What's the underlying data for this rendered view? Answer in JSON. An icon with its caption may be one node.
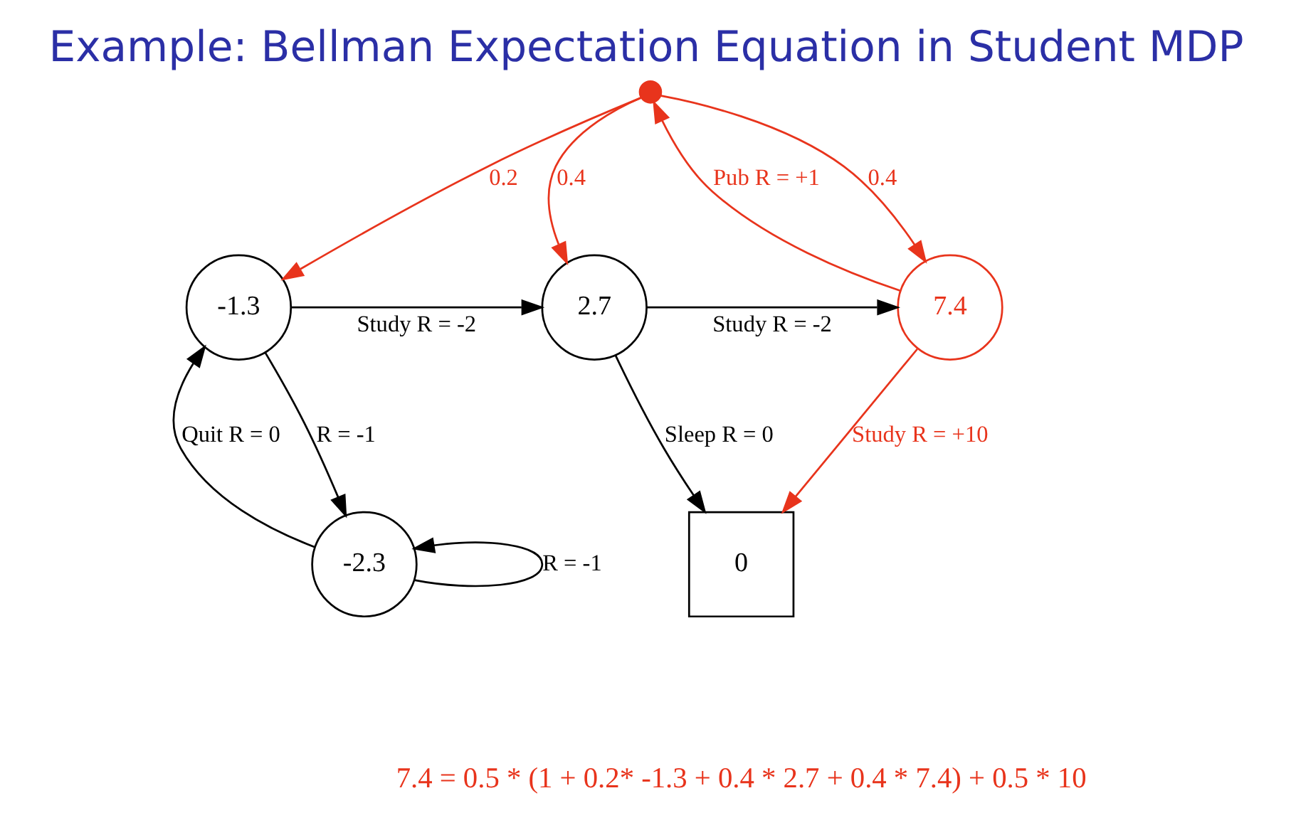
{
  "diagram": {
    "title": "Example: Bellman Expectation Equation in Student MDP",
    "nodes": [
      {
        "text": [
          "-2.3"
        ]
      },
      {
        "text": [
          "0"
        ]
      },
      {
        "text": [
          "-1.3"
        ]
      },
      {
        "text": [
          "2.7"
        ]
      },
      {
        "text": [
          "7.4"
        ]
      },
      {
        "text": [],
        "shape": "circle"
      }
    ],
    "edges": [
      {
        "from": 0,
        "to": 0,
        "arrow": "to",
        "label": "R = -1"
      },
      {
        "from": 0,
        "to": 2,
        "arrow": "to",
        "label": "Quit R = 0"
      },
      {
        "from": 2,
        "to": 0,
        "arrow": "to",
        "label": "R = -1"
      },
      {
        "from": 2,
        "to": 3,
        "arrow": "to",
        "label": "Study R = -2"
      },
      {
        "from": 3,
        "to": 1,
        "arrow": "to",
        "label": "Sleep R = 0"
      },
      {
        "from": 3,
        "to": 4,
        "arrow": "to",
        "label": "Study R = -2"
      },
      {
        "from": 4,
        "to": 1,
        "arrow": "to",
        "label": "Study R = +10",
        "color": "#e8341c"
      },
      {
        "from": 4,
        "to": 5,
        "arrow": "to",
        "label": "Pub R = +1",
        "color": "#e8341c"
      },
      {
        "from": 5,
        "to": 2,
        "arrow": "to",
        "label": "0.2",
        "color": "#e8341c"
      },
      {
        "from": 5,
        "to": 3,
        "arrow": "to",
        "label": "0.4",
        "color": "#e8341c"
      },
      {
        "from": 5,
        "to": 4,
        "arrow": "to",
        "label": "0.4",
        "color": "#e8341c"
      }
    ],
    "labels": [
      "7.4 = 0.5 * (1 + 0.2* -1.3 + 0.4 * 2.7 + 0.4 * 7.4) + 0.5 * 10"
    ]
  }
}
